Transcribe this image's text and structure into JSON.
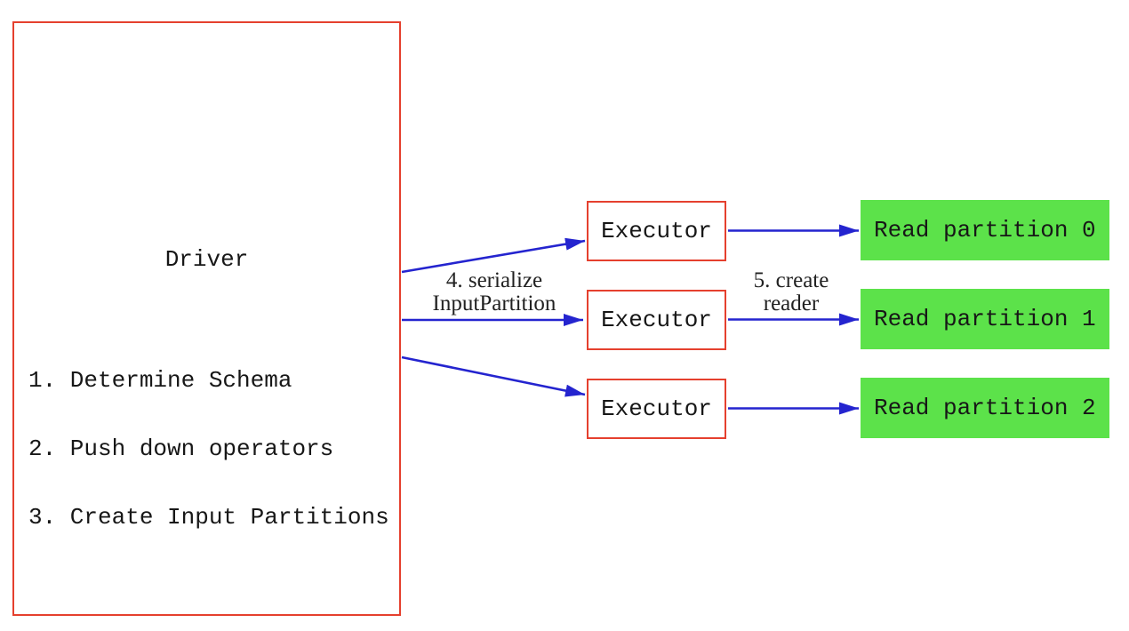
{
  "diagram": {
    "driver": {
      "title": "Driver",
      "steps": [
        "1. Determine Schema",
        "2. Push down operators",
        "3. Create Input Partitions"
      ]
    },
    "executors": [
      {
        "label": "Executor"
      },
      {
        "label": "Executor"
      },
      {
        "label": "Executor"
      }
    ],
    "partitions": [
      {
        "label": "Read partition 0"
      },
      {
        "label": "Read partition 1"
      },
      {
        "label": "Read partition 2"
      }
    ],
    "edge_labels": {
      "serialize": {
        "line1": "4. serialize",
        "line2": "InputPartition"
      },
      "create_reader": {
        "line1": "5. create",
        "line2": "reader"
      }
    },
    "colors": {
      "box_border_red": "#e5402e",
      "arrow_blue": "#2424cf",
      "partition_green": "#5ce24a",
      "text_color": "#171717",
      "background": "#ffffff"
    }
  }
}
